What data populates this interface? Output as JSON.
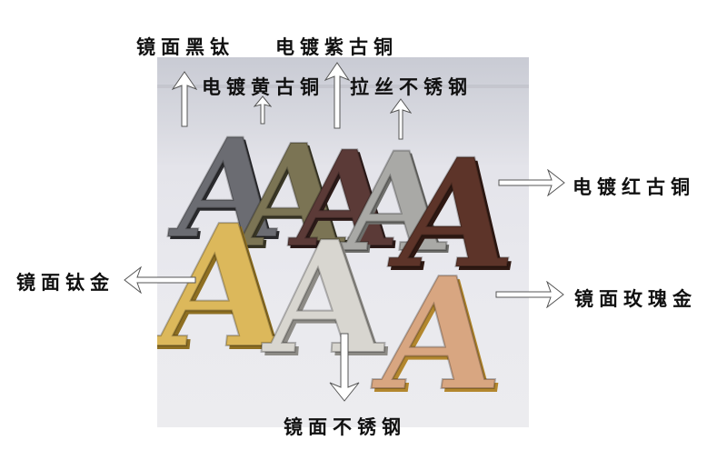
{
  "labels": {
    "mirror_black_titanium": "镜面黑钛",
    "electroplated_purple_bronze": "电镀紫古铜",
    "electroplated_yellow_bronze": "电镀黄古铜",
    "brushed_stainless_steel": "拉丝不锈钢",
    "electroplated_red_bronze": "电镀红古铜",
    "mirror_titanium_gold": "镜面钛金",
    "mirror_rose_gold": "镜面玫瑰金",
    "mirror_stainless_steel": "镜面不锈钢"
  },
  "letters": [
    {
      "char": "A",
      "finish": "mirror-black-titanium",
      "color": "#6a6b70"
    },
    {
      "char": "A",
      "finish": "electroplated-yellow-bronze",
      "color": "#7a7456"
    },
    {
      "char": "A",
      "finish": "electroplated-purple-bronze",
      "color": "#5a3a36"
    },
    {
      "char": "A",
      "finish": "brushed-stainless-steel",
      "color": "#a7a7a4"
    },
    {
      "char": "A",
      "finish": "electroplated-red-bronze",
      "color": "#5c3328"
    },
    {
      "char": "A",
      "finish": "mirror-titanium-gold",
      "color": "#d9b65a"
    },
    {
      "char": "A",
      "finish": "mirror-stainless-steel",
      "color": "#d4d2cc"
    },
    {
      "char": "A",
      "finish": "mirror-rose-gold",
      "color": "#d6a47f"
    }
  ]
}
